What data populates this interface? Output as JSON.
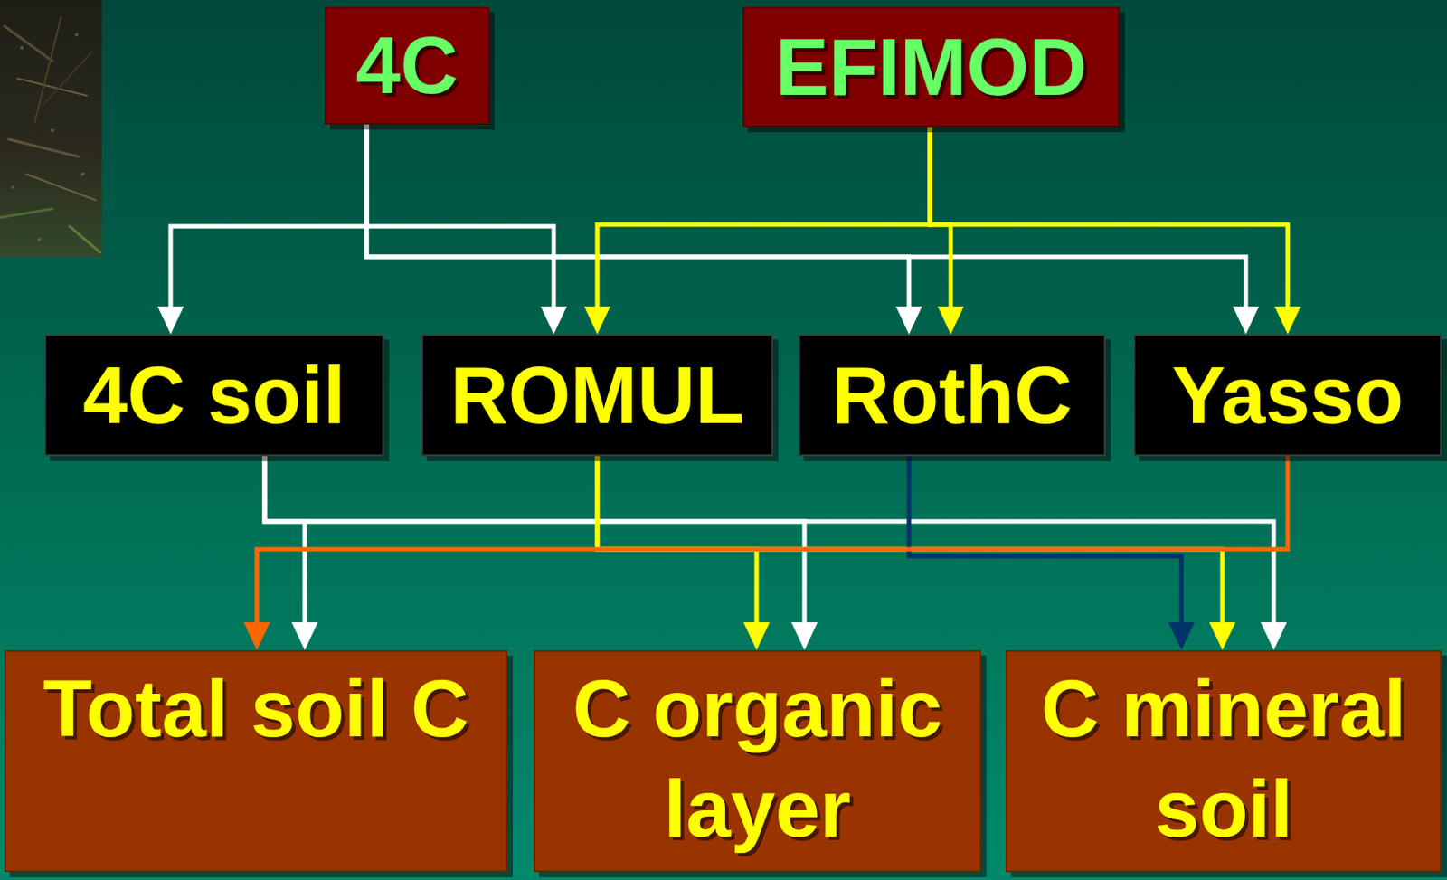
{
  "diagram": {
    "nodes": [
      {
        "text": [
          "4C"
        ]
      },
      {
        "text": [
          "EFIMOD"
        ]
      },
      {
        "text": [
          "4C soil"
        ]
      },
      {
        "text": [
          "ROMUL"
        ]
      },
      {
        "text": [
          "RothC"
        ]
      },
      {
        "text": [
          "Yasso"
        ]
      },
      {
        "text": [
          "Total soil C"
        ]
      },
      {
        "text": [
          "C organic layer"
        ]
      },
      {
        "text": [
          "C mineral soil"
        ]
      }
    ],
    "edges": [
      {
        "from": 0,
        "to": 2,
        "arrow": "to"
      },
      {
        "from": 0,
        "to": 3,
        "arrow": "to"
      },
      {
        "from": 0,
        "to": 4,
        "arrow": "to"
      },
      {
        "from": 0,
        "to": 5,
        "arrow": "to"
      },
      {
        "from": 1,
        "to": 3,
        "arrow": "to"
      },
      {
        "from": 1,
        "to": 4,
        "arrow": "to"
      },
      {
        "from": 1,
        "to": 5,
        "arrow": "to"
      },
      {
        "from": 2,
        "to": 6,
        "arrow": "to"
      },
      {
        "from": 2,
        "to": 7,
        "arrow": "to"
      },
      {
        "from": 2,
        "to": 8,
        "arrow": "to"
      },
      {
        "from": 3,
        "to": 7,
        "arrow": "to"
      },
      {
        "from": 3,
        "to": 8,
        "arrow": "to"
      },
      {
        "from": 4,
        "to": 8,
        "arrow": "to"
      },
      {
        "from": 5,
        "to": 6,
        "arrow": "to"
      }
    ]
  }
}
